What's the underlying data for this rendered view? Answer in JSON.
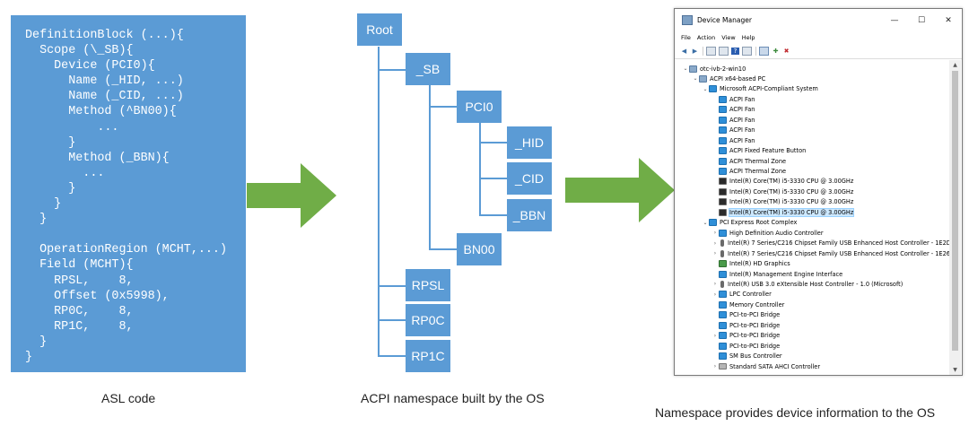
{
  "asl_code": {
    "lines": [
      "DefinitionBlock (...){",
      "  Scope (\\_SB){",
      "    Device (PCI0){",
      "      Name (_HID, ...)",
      "      Name (_CID, ...)",
      "      Method (^BN00){",
      "          ...",
      "      }",
      "      Method (_BBN){",
      "        ...",
      "      }",
      "    }",
      "  }",
      "",
      "  OperationRegion (MCHT,...)",
      "  Field (MCHT){",
      "    RPSL,    8,",
      "    Offset (0x5998),",
      "    RP0C,    8,",
      "    RP1C,    8,",
      "  }",
      "}"
    ]
  },
  "captions": {
    "asl": "ASL code",
    "namespace": "ACPI namespace built by the OS",
    "device_info": "Namespace provides device information to the OS"
  },
  "colors": {
    "node_blue": "#5b9bd5",
    "arrow_green": "#70ad47"
  },
  "namespace": {
    "root": "Root",
    "sb": "_SB",
    "pci0": "PCI0",
    "hid": "_HID",
    "cid": "_CID",
    "bbn": "_BBN",
    "bn00": "BN00",
    "rpsl": "RPSL",
    "rp0c": "RP0C",
    "rp1c": "RP1C"
  },
  "device_manager": {
    "title": "Device Manager",
    "controls": [
      "—",
      "☐",
      "✕"
    ],
    "menu": [
      "File",
      "Action",
      "View",
      "Help"
    ],
    "tree": [
      {
        "label": "otc-ivb-2-win10",
        "icon": "computer-icon",
        "expander": "⌄"
      },
      {
        "label": "ACPI x64-based PC",
        "icon": "computer-icon",
        "expander": "⌄"
      },
      {
        "label": "Microsoft ACPI-Compliant System",
        "icon": "device-icon",
        "expander": "⌄"
      },
      {
        "label": "ACPI Fan",
        "icon": "device-icon",
        "expander": ""
      },
      {
        "label": "ACPI Fan",
        "icon": "device-icon",
        "expander": ""
      },
      {
        "label": "ACPI Fan",
        "icon": "device-icon",
        "expander": ""
      },
      {
        "label": "ACPI Fan",
        "icon": "device-icon",
        "expander": ""
      },
      {
        "label": "ACPI Fan",
        "icon": "device-icon",
        "expander": ""
      },
      {
        "label": "ACPI Fixed Feature Button",
        "icon": "device-icon",
        "expander": ""
      },
      {
        "label": "ACPI Thermal Zone",
        "icon": "device-icon",
        "expander": ""
      },
      {
        "label": "ACPI Thermal Zone",
        "icon": "device-icon",
        "expander": ""
      },
      {
        "label": "Intel(R) Core(TM) i5-3330 CPU @ 3.00GHz",
        "icon": "cpu-icon",
        "expander": ""
      },
      {
        "label": "Intel(R) Core(TM) i5-3330 CPU @ 3.00GHz",
        "icon": "cpu-icon",
        "expander": ""
      },
      {
        "label": "Intel(R) Core(TM) i5-3330 CPU @ 3.00GHz",
        "icon": "cpu-icon",
        "expander": ""
      },
      {
        "label": "Intel(R) Core(TM) i5-3330 CPU @ 3.00GHz",
        "icon": "cpu-icon",
        "expander": "",
        "selected": true
      },
      {
        "label": "PCI Express Root Complex",
        "icon": "device-icon",
        "expander": "⌄"
      },
      {
        "label": "High Definition Audio Controller",
        "icon": "device-icon",
        "expander": "›"
      },
      {
        "label": "Intel(R) 7 Series/C216 Chipset Family USB Enhanced Host Controller - 1E2D",
        "icon": "usb-icon",
        "expander": "›"
      },
      {
        "label": "Intel(R) 7 Series/C216 Chipset Family USB Enhanced Host Controller - 1E26",
        "icon": "usb-icon",
        "expander": "›"
      },
      {
        "label": "Intel(R) HD Graphics",
        "icon": "video-icon",
        "expander": ""
      },
      {
        "label": "Intel(R) Management Engine Interface",
        "icon": "device-icon",
        "expander": ""
      },
      {
        "label": "Intel(R) USB 3.0 eXtensible Host Controller - 1.0 (Microsoft)",
        "icon": "usb-icon",
        "expander": "›"
      },
      {
        "label": "LPC Controller",
        "icon": "device-icon",
        "expander": "›"
      },
      {
        "label": "Memory Controller",
        "icon": "device-icon",
        "expander": ""
      },
      {
        "label": "PCI-to-PCI Bridge",
        "icon": "device-icon",
        "expander": ""
      },
      {
        "label": "PCI-to-PCI Bridge",
        "icon": "device-icon",
        "expander": ""
      },
      {
        "label": "PCI-to-PCI Bridge",
        "icon": "device-icon",
        "expander": "›"
      },
      {
        "label": "PCI-to-PCI Bridge",
        "icon": "device-icon",
        "expander": ""
      },
      {
        "label": "SM Bus Controller",
        "icon": "device-icon",
        "expander": ""
      },
      {
        "label": "Standard SATA AHCI Controller",
        "icon": "disk-icon",
        "expander": "›"
      }
    ]
  }
}
